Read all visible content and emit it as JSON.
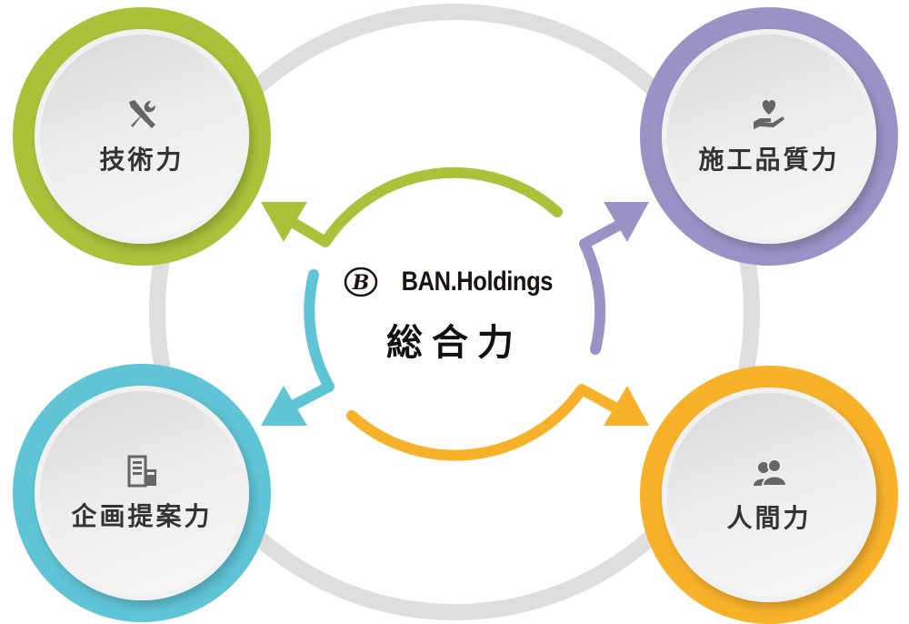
{
  "center": {
    "brand": "BAN.Holdings",
    "logo_letter": "B",
    "title": "総合力"
  },
  "nodes": [
    {
      "label": "技術力",
      "icon": "tools-icon",
      "color": "#a9c23a"
    },
    {
      "label": "施工品質力",
      "icon": "heart-hand-icon",
      "color": "#9b93c6"
    },
    {
      "label": "企画提案力",
      "icon": "building-calculator-icon",
      "color": "#5fc4d6"
    },
    {
      "label": "人間力",
      "icon": "people-icon",
      "color": "#f8b22a"
    }
  ],
  "ring_color": "#dedede"
}
